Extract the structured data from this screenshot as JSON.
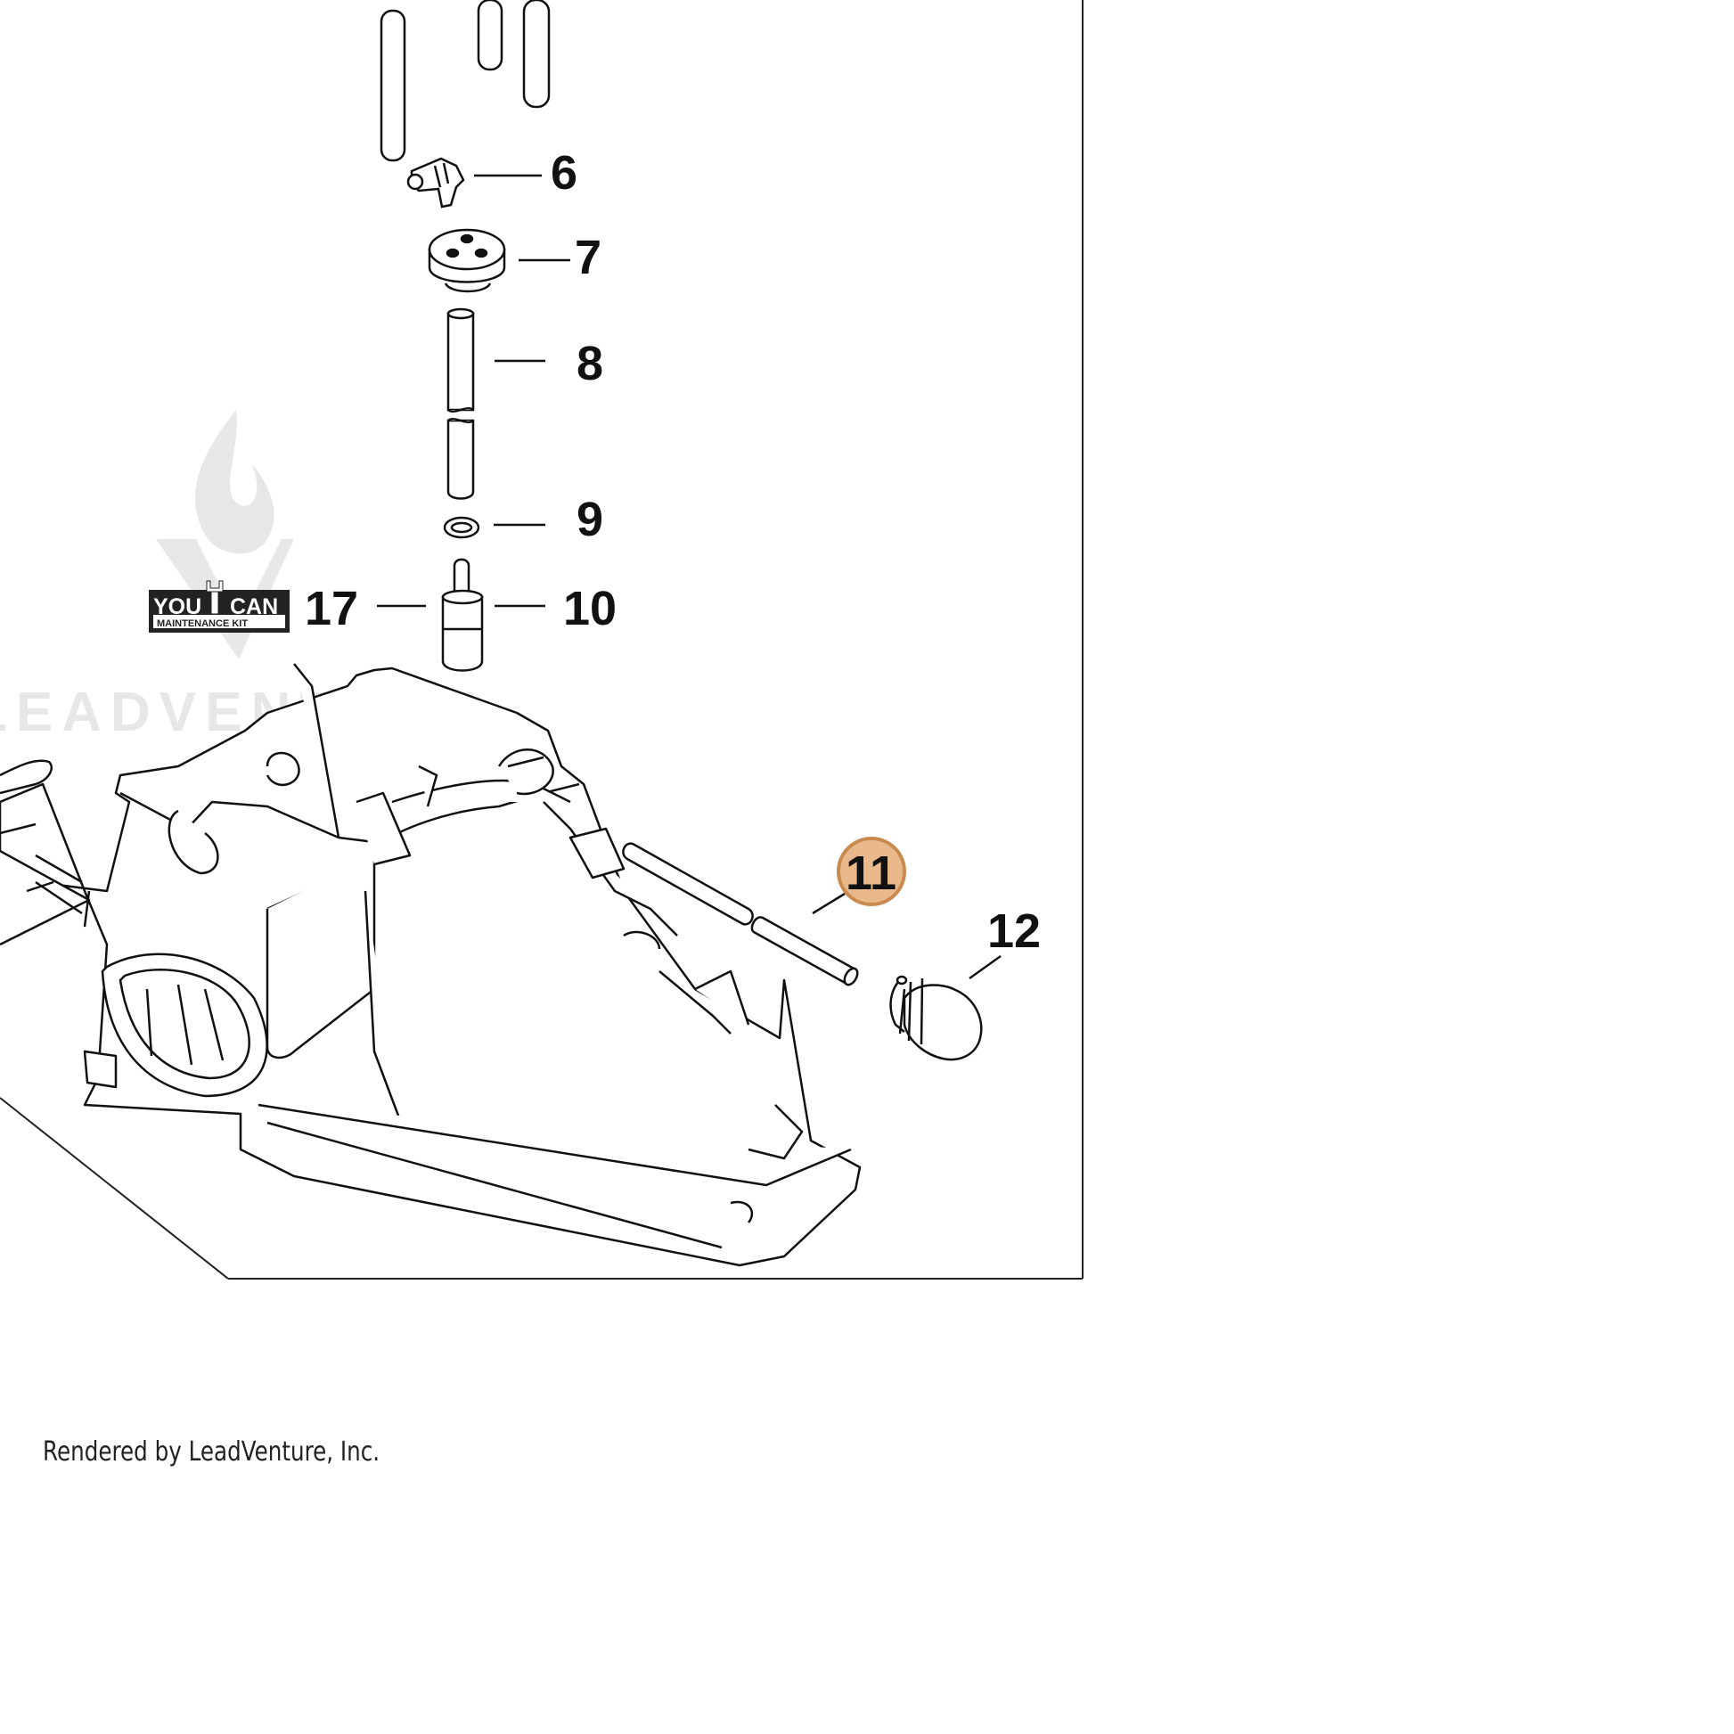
{
  "diagram": {
    "callouts": [
      {
        "id": "6",
        "label": "6",
        "highlighted": false
      },
      {
        "id": "7",
        "label": "7",
        "highlighted": false
      },
      {
        "id": "8",
        "label": "8",
        "highlighted": false
      },
      {
        "id": "9",
        "label": "9",
        "highlighted": false
      },
      {
        "id": "10",
        "label": "10",
        "highlighted": false
      },
      {
        "id": "11",
        "label": "11",
        "highlighted": true
      },
      {
        "id": "12",
        "label": "12",
        "highlighted": false
      },
      {
        "id": "17",
        "label": "17",
        "highlighted": false
      }
    ],
    "highlight_color": "#e9b98c",
    "highlight_border": "#c98a4f",
    "kit_badge": {
      "line1_left": "YOU",
      "line1_right": "CAN",
      "line2": "MAINTENANCE KIT"
    },
    "watermark": {
      "text": "LEADVENTURE"
    }
  },
  "footer": {
    "credit": "Rendered by LeadVenture, Inc."
  }
}
